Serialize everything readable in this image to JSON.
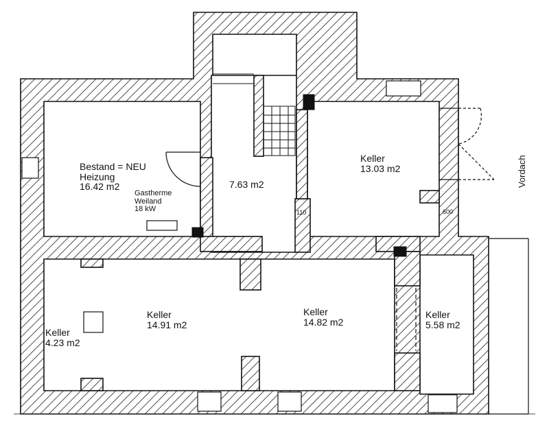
{
  "rooms": {
    "heizung": {
      "line1": "Bestand = NEU",
      "line2": "Heizung",
      "area": "16.42 m2"
    },
    "gastherme": {
      "line1": "Gastherme",
      "line2": "Weiland",
      "line3": "18 kW"
    },
    "flur": {
      "area": "7.63 m2"
    },
    "keller_ne": {
      "name": "Keller",
      "area": "13.03 m2"
    },
    "keller_w": {
      "name": "Keller",
      "area": "4.23 m2"
    },
    "keller_sw": {
      "name": "Keller",
      "area": "14.91 m2"
    },
    "keller_s": {
      "name": "Keller",
      "area": "14.82 m2"
    },
    "keller_e": {
      "name": "Keller",
      "area": "5.58 m2"
    }
  },
  "labels": {
    "vordach": "Vordach",
    "dim_left": "110",
    "dim_right": "600"
  }
}
